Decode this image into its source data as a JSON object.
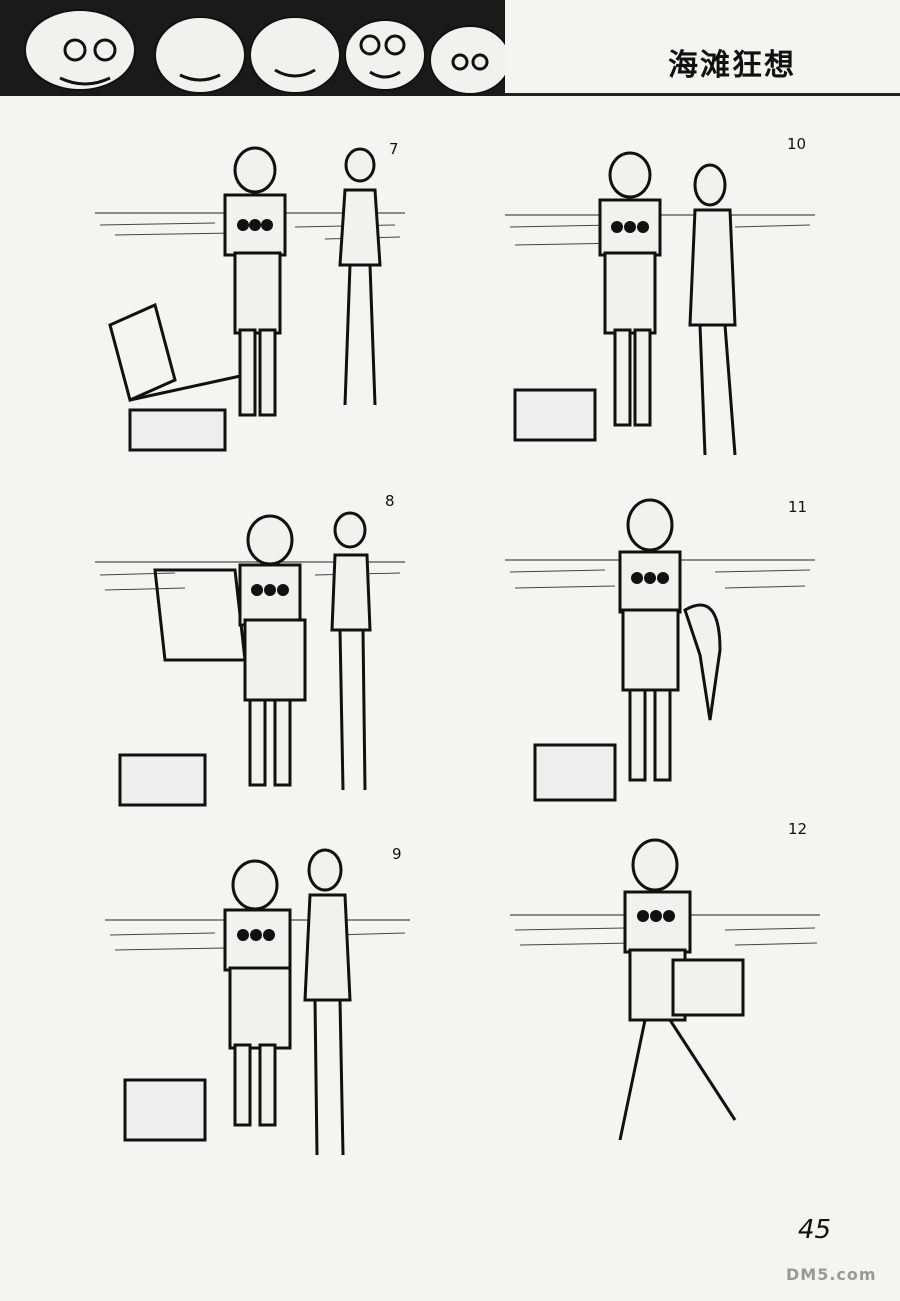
{
  "header": {
    "title": "海滩狂想"
  },
  "panels": [
    {
      "number": "7"
    },
    {
      "number": "10"
    },
    {
      "number": "8"
    },
    {
      "number": "11"
    },
    {
      "number": "9"
    },
    {
      "number": "12"
    }
  ],
  "page": {
    "number": "45",
    "watermark": "DM5.com"
  }
}
